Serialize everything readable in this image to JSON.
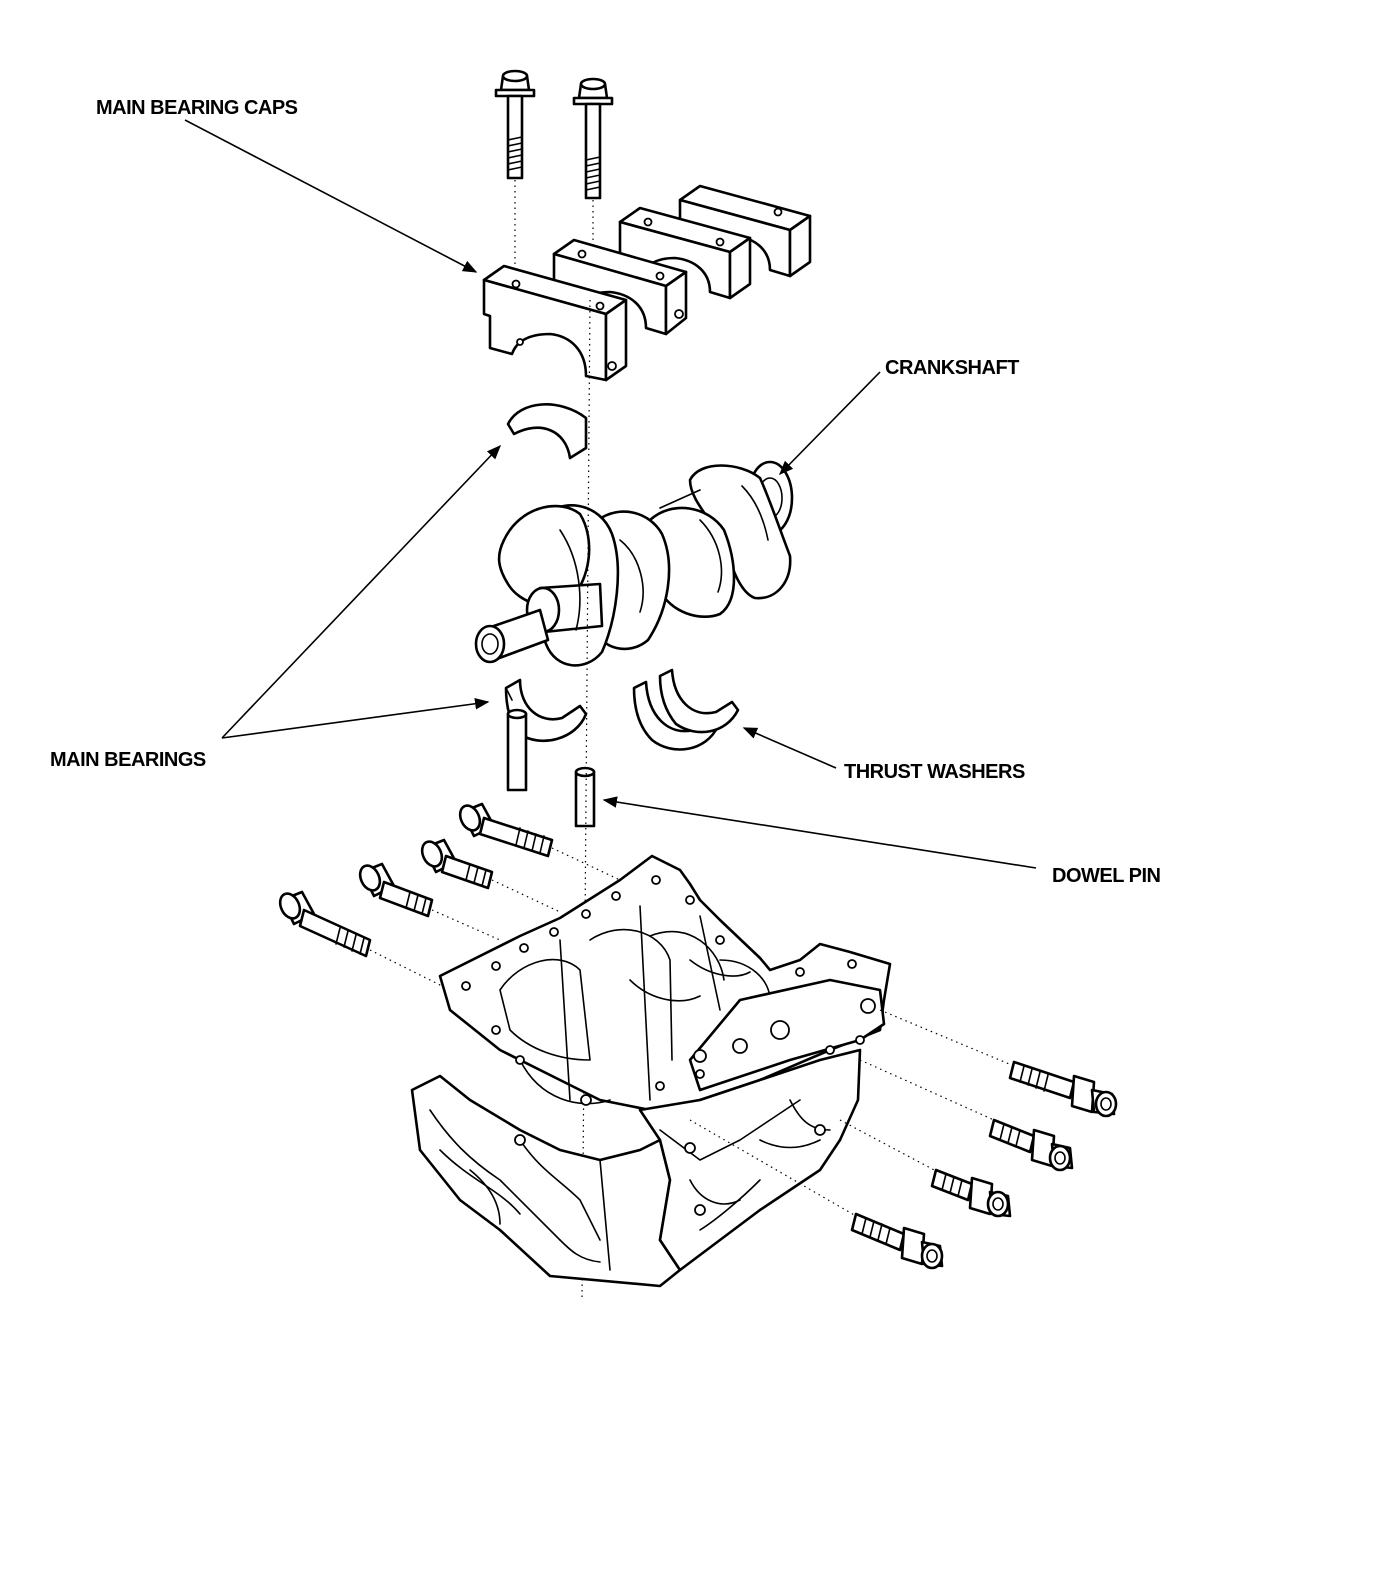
{
  "labels": {
    "main_bearing_caps": "MAIN BEARING CAPS",
    "crankshaft": "CRANKSHAFT",
    "main_bearings": "MAIN BEARINGS",
    "thrust_washers": "THRUST WASHERS",
    "dowel_pin": "DOWEL PIN"
  }
}
